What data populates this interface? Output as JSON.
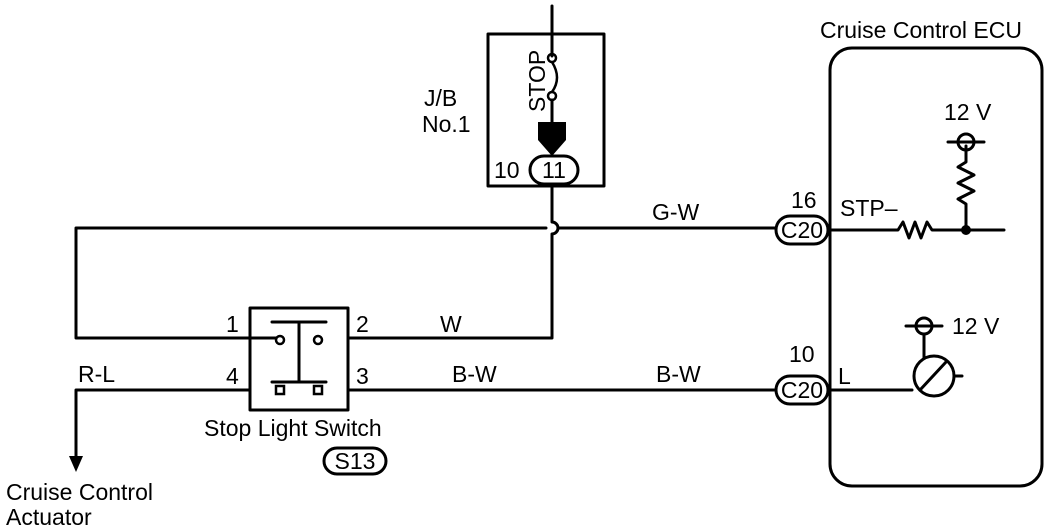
{
  "junction_block": {
    "label_line1": "J/B",
    "label_line2": "No.1",
    "fuse_label": "STOP",
    "pin_left": "10",
    "pin_connector": "11"
  },
  "ecu": {
    "title": "Cruise Control ECU",
    "stp_pin": "16",
    "stp_connector": "C20",
    "stp_label": "STP–",
    "l_pin": "10",
    "l_connector": "C20",
    "l_label": "L",
    "voltage_top": "12 V",
    "voltage_bottom": "12 V"
  },
  "wires": {
    "gw": "G-W",
    "w": "W",
    "bw_left": "B-W",
    "bw_right": "B-W",
    "rl": "R-L"
  },
  "switch": {
    "pin1": "1",
    "pin2": "2",
    "pin3": "3",
    "pin4": "4",
    "name": "Stop Light Switch",
    "connector": "S13"
  },
  "actuator": {
    "line1": "Cruise Control",
    "line2": "Actuator"
  }
}
